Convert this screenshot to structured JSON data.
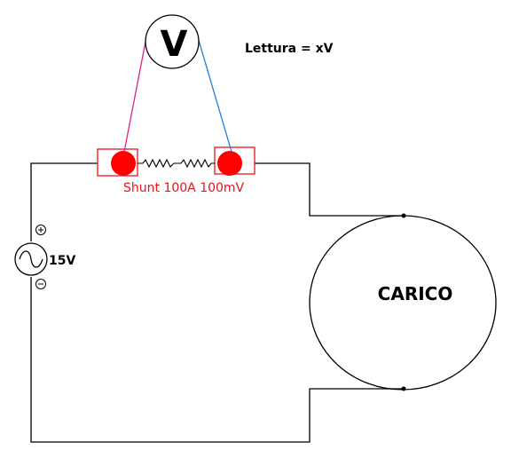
{
  "meter": {
    "symbol": "V",
    "reading": "Lettura = xV"
  },
  "shunt": {
    "label": "Shunt 100A 100mV"
  },
  "source": {
    "label": "15V",
    "plus": "+",
    "minus": "−"
  },
  "load": {
    "label": "CARICO"
  },
  "colors": {
    "wire": "#000000",
    "probe_left": "#e0218a",
    "probe_right": "#1a7fe0",
    "shunt": "#e8131b"
  }
}
